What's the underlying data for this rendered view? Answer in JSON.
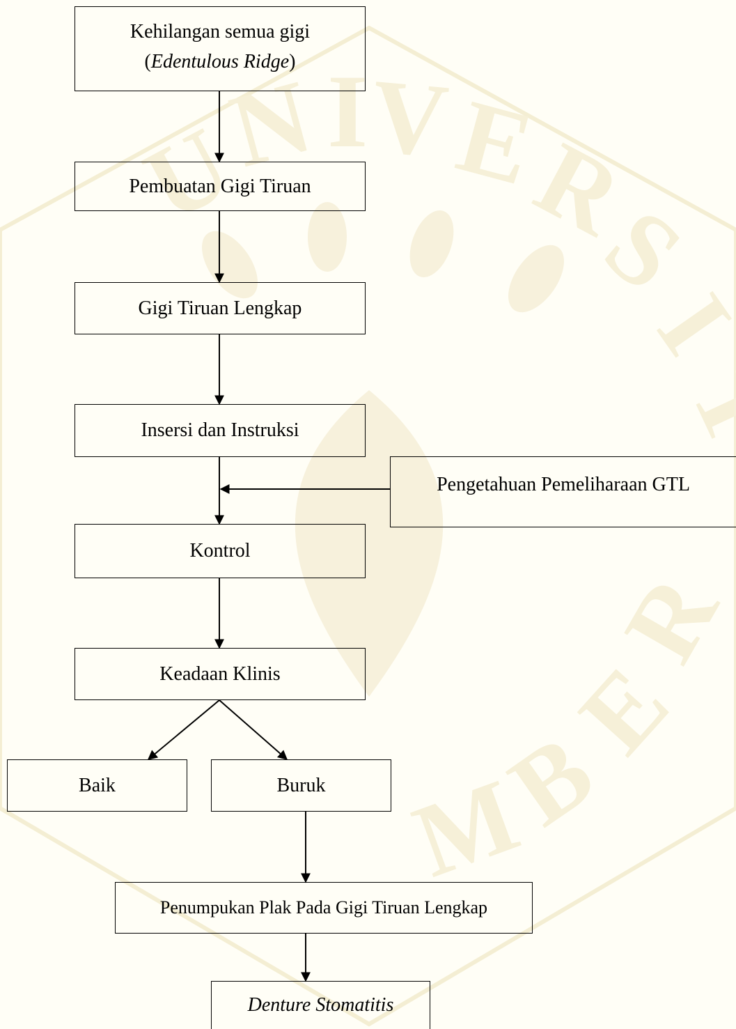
{
  "nodes": {
    "kehilangan": {
      "line1": "Kehilangan semua gigi",
      "line2_open": "(",
      "line2_italic": "Edentulous Ridge",
      "line2_close": ")"
    },
    "pembuatan": {
      "label": "Pembuatan Gigi Tiruan"
    },
    "gtl": {
      "label": "Gigi Tiruan Lengkap"
    },
    "insersi": {
      "label": "Insersi dan Instruksi"
    },
    "pengetahuan": {
      "label": "Pengetahuan Pemeliharaan GTL"
    },
    "kontrol": {
      "label": "Kontrol"
    },
    "keadaan": {
      "label": "Keadaan Klinis"
    },
    "baik": {
      "label": "Baik"
    },
    "buruk": {
      "label": "Buruk"
    },
    "penumpukan": {
      "label": "Penumpukan Plak Pada Gigi Tiruan Lengkap"
    },
    "denture": {
      "label": "Denture Stomatitis"
    }
  },
  "watermark": {
    "text": "UNIVERSITAS JEMBER",
    "color": "#f3eccd"
  }
}
